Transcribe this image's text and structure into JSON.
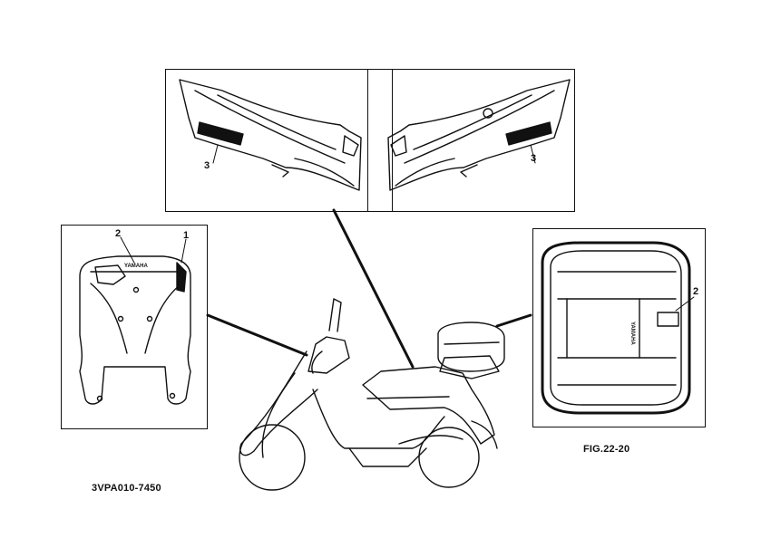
{
  "callouts": {
    "front_cover_1": "1",
    "front_cover_2": "2",
    "side_left_3": "3",
    "side_right_3": "3",
    "box_2": "2"
  },
  "emblem_text": "YAMAHA",
  "figure_label": "FIG.22-20",
  "part_code": "3VPA010-7450",
  "colors": {
    "ink": "#111111",
    "paper": "#ffffff"
  }
}
